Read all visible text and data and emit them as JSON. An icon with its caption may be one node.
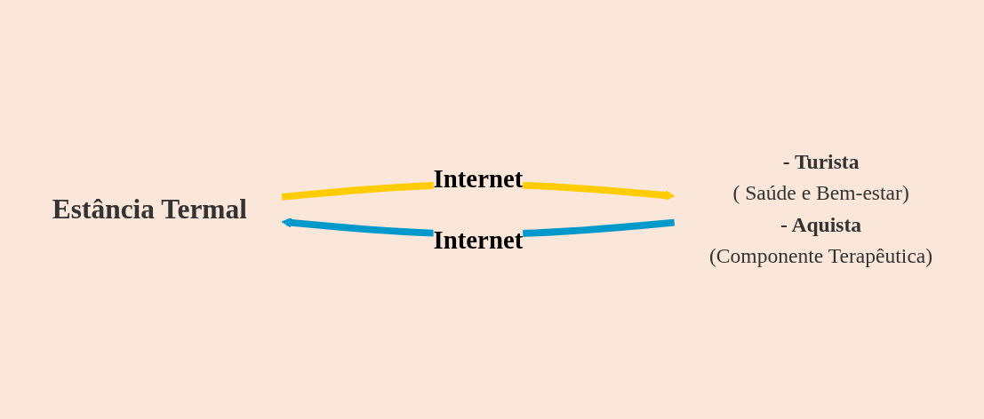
{
  "diagram": {
    "nodes": [
      {
        "text": [
          "Estância Termal"
        ]
      },
      {
        "text": [
          "- Turista",
          "( Saúde e Bem-estar)",
          "- Aquista",
          "(Componente Terapêutica)"
        ]
      }
    ],
    "edges": [
      {
        "from": 0,
        "to": 1,
        "arrow": "to",
        "label": "Internet",
        "color": "#ffcc00"
      },
      {
        "from": 1,
        "to": 0,
        "arrow": "to",
        "label": "Internet",
        "color": "#0099cc"
      }
    ]
  }
}
